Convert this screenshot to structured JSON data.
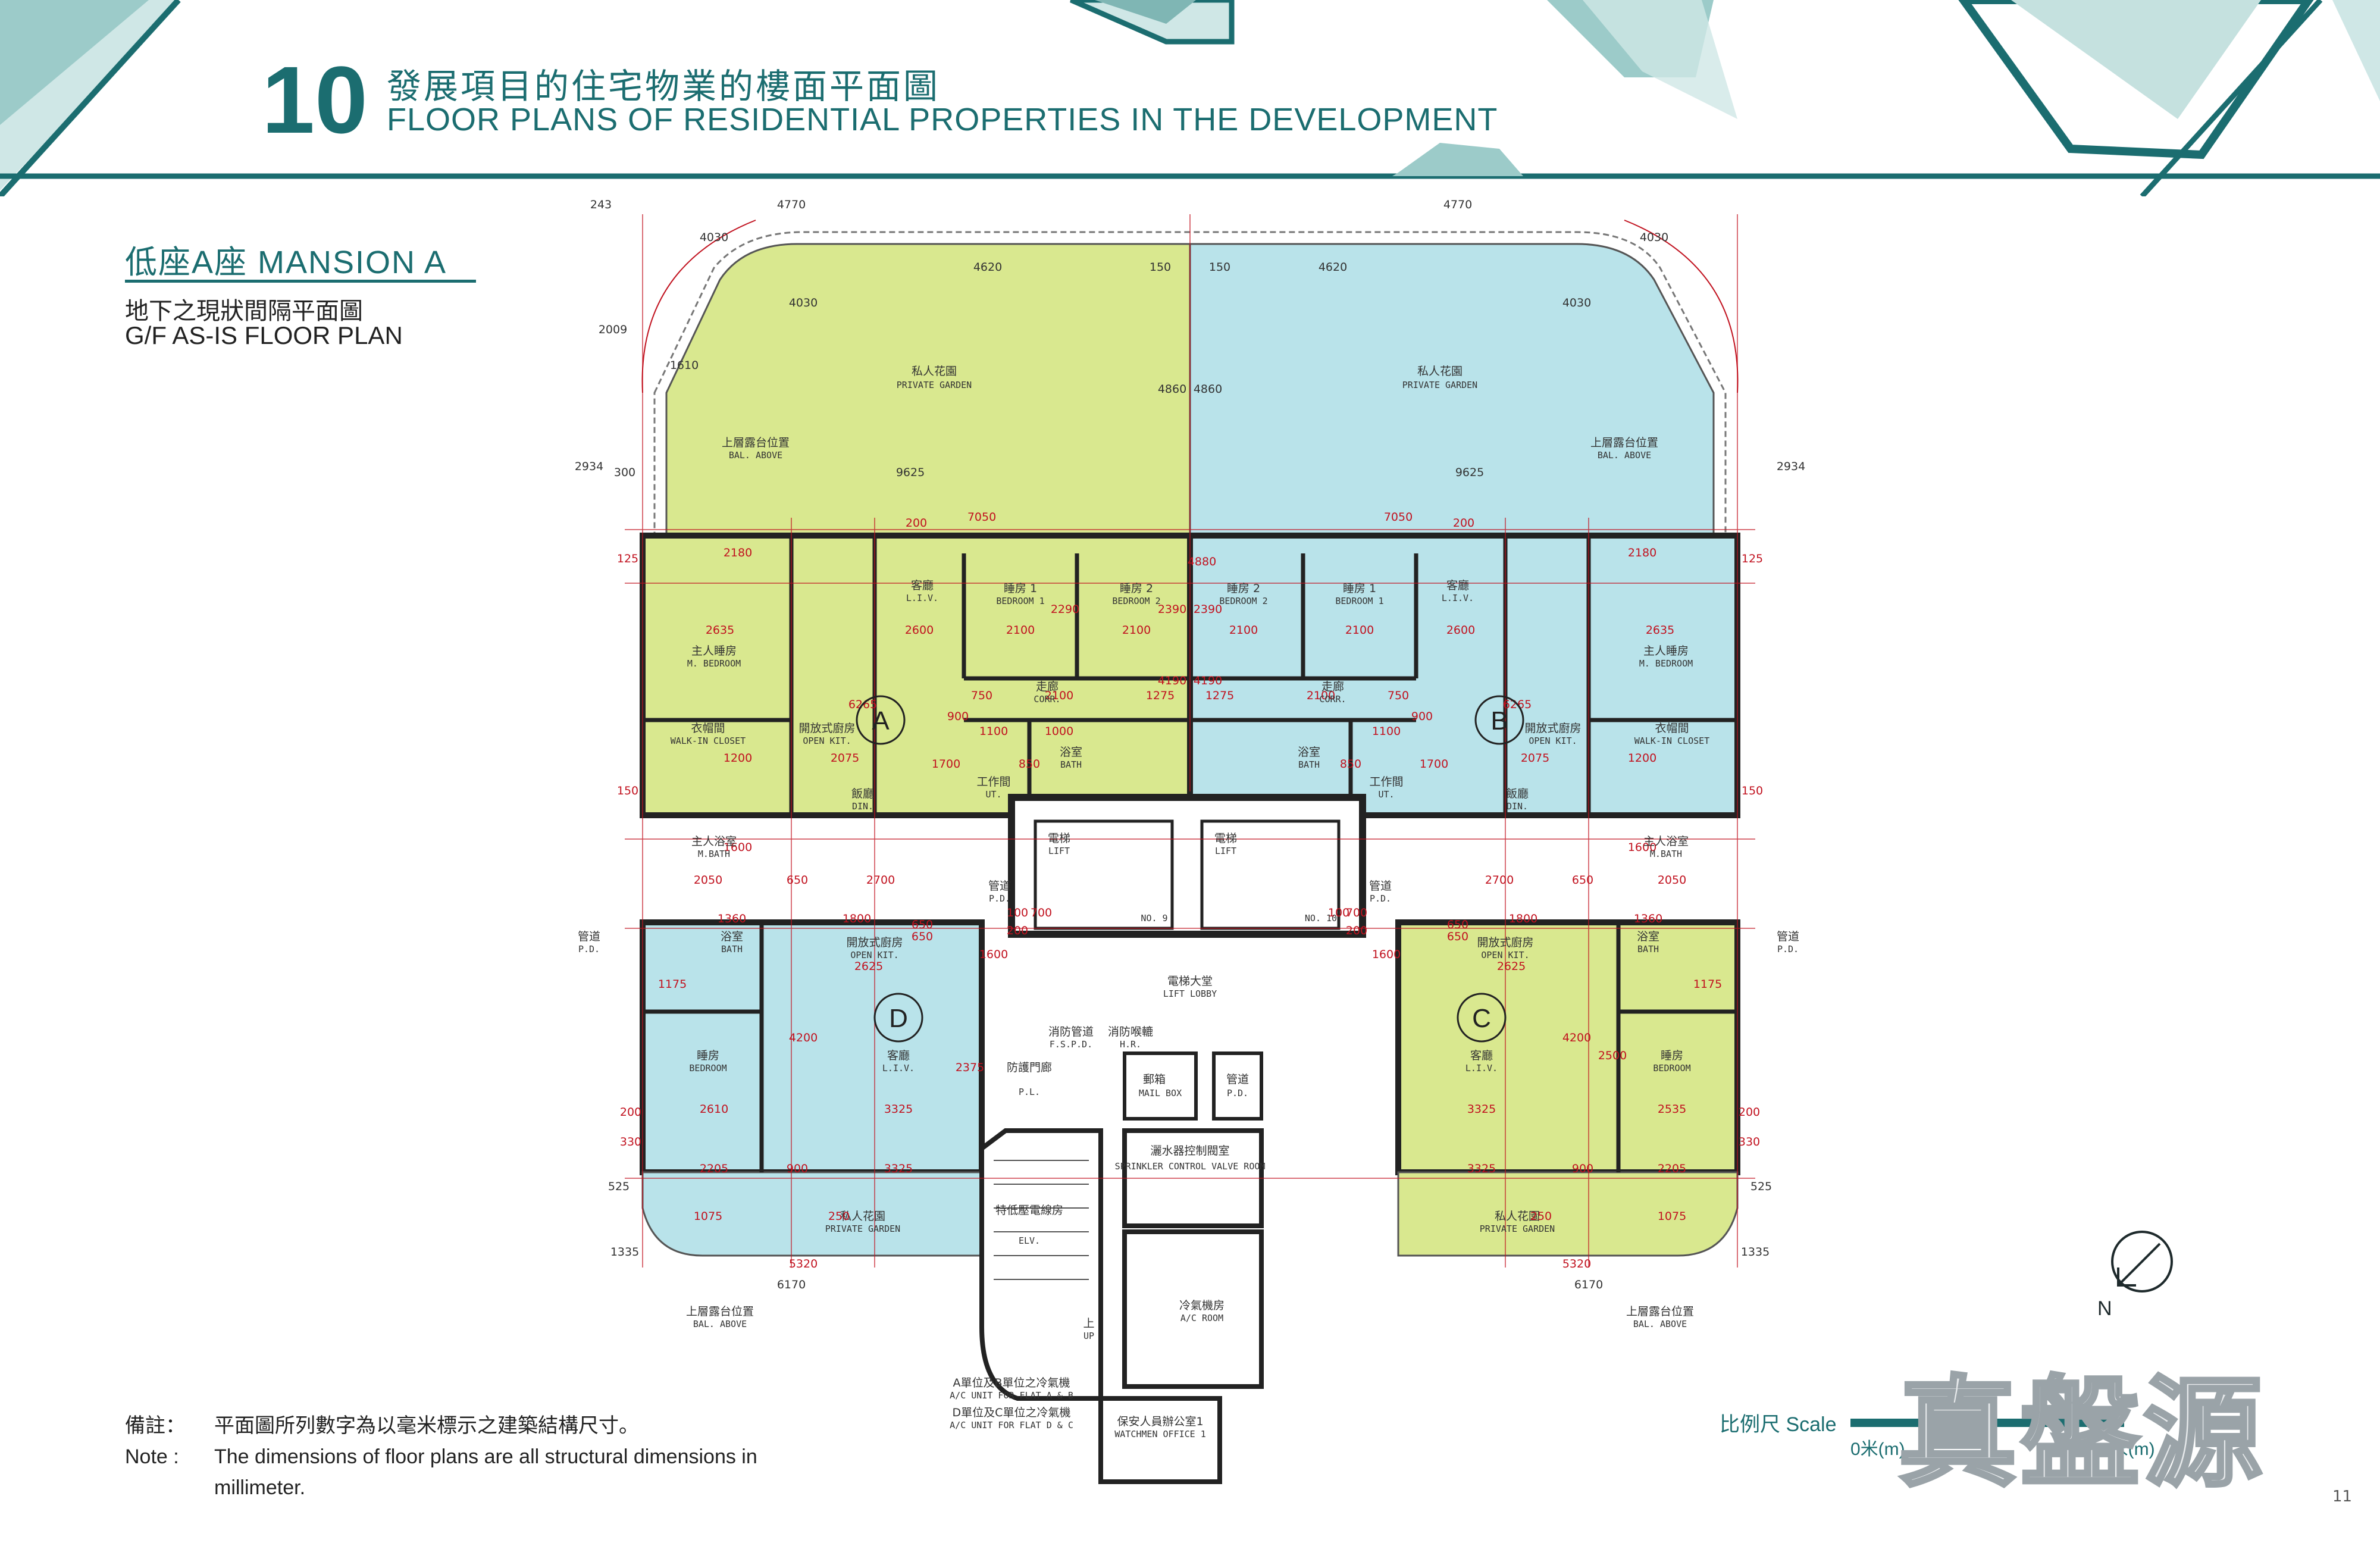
{
  "header": {
    "section_number": "10",
    "title_zh": "發展項目的住宅物業的樓面平面圖",
    "title_en": "FLOOR PLANS OF RESIDENTIAL PROPERTIES IN THE DEVELOPMENT"
  },
  "plan_title": {
    "mansion": "低座A座 MANSION A",
    "subtitle_zh": "地下之現狀間隔平面圖",
    "subtitle_en": "G/F AS-IS FLOOR PLAN"
  },
  "colors": {
    "brand_teal": "#1b6d70",
    "unit_green": "#d9e88f",
    "unit_blue": "#b9e3ea",
    "dimension_red": "#c1121f"
  },
  "plan": {
    "top_dims": [
      "243",
      "4770",
      "4770",
      "4030",
      "4030",
      "4620",
      "4620",
      "150",
      "150",
      "4030",
      "4030"
    ],
    "side_dims": [
      "2009",
      "1610",
      "2934",
      "2934",
      "300",
      "9625",
      "9625",
      "4860",
      "4860"
    ],
    "private_garden_zh": "私人花園",
    "private_garden_en": "PRIVATE GARDEN",
    "bal_above_zh": "上層露台位置",
    "bal_above_en": "BAL. ABOVE",
    "unit_a": {
      "letter": "A",
      "liv_zh": "客廳",
      "liv_en": "L.I.V.",
      "bed1_zh": "睡房 1",
      "bed1_en": "BEDROOM 1",
      "bed2_zh": "睡房 2",
      "bed2_en": "BEDROOM 2",
      "mbed_zh": "主人睡房",
      "mbed_en": "M. BEDROOM",
      "corr_zh": "走廊",
      "corr_en": "CORR.",
      "walkin_zh": "衣帽間",
      "walkin_en": "WALK-IN CLOSET",
      "kit_zh": "開放式廚房",
      "kit_en": "OPEN KIT.",
      "din_zh": "飯廳",
      "din_en": "DIN.",
      "bath_zh": "浴室",
      "bath_en": "BATH",
      "ut_zh": "工作間",
      "ut_en": "UT.",
      "mbath_zh": "主人浴室",
      "mbath_en": "M.BATH",
      "dims": [
        "7050",
        "2180",
        "2635",
        "2600",
        "2100",
        "2100",
        "2390",
        "2290",
        "4190",
        "6265",
        "2075",
        "1700",
        "1275",
        "750",
        "2100",
        "1000",
        "1100",
        "2700",
        "2050",
        "650",
        "1200",
        "1600",
        "200",
        "125",
        "150",
        "900",
        "850"
      ]
    },
    "unit_b": {
      "letter": "B",
      "dims": [
        "7050",
        "2180",
        "2635",
        "2600",
        "2100",
        "2100",
        "2390",
        "4190",
        "4880",
        "6265",
        "2075",
        "1700",
        "1275",
        "750",
        "2100",
        "1100",
        "2700",
        "2050",
        "650",
        "1200",
        "1600",
        "200",
        "125",
        "150",
        "900",
        "850"
      ]
    },
    "unit_c": {
      "letter": "C",
      "liv_zh": "客廳",
      "liv_en": "L.I.V.",
      "bed_zh": "睡房",
      "bed_en": "BEDROOM",
      "kit_zh": "開放式廚房",
      "kit_en": "OPEN KIT.",
      "bath_zh": "浴室",
      "bath_en": "BATH",
      "dims": [
        "3325",
        "3325",
        "2535",
        "2205",
        "1175",
        "4200",
        "2500",
        "2625",
        "1800",
        "1360",
        "5320",
        "6170",
        "1075",
        "250",
        "900",
        "330",
        "200",
        "525",
        "1335",
        "650"
      ]
    },
    "unit_d": {
      "letter": "D",
      "liv_zh": "客廳",
      "liv_en": "L.I.V.",
      "bed_zh": "睡房",
      "bed_en": "BEDROOM",
      "kit_zh": "開放式廚房",
      "kit_en": "OPEN KIT.",
      "bath_zh": "浴室",
      "bath_en": "BATH",
      "dims": [
        "3325",
        "3325",
        "2610",
        "2205",
        "1175",
        "4200",
        "2375",
        "2625",
        "1800",
        "1360",
        "5320",
        "6170",
        "1075",
        "250",
        "900",
        "330",
        "200",
        "525",
        "1335",
        "650"
      ]
    },
    "core": {
      "lift_zh": "電梯",
      "lift_en": "LIFT",
      "lift_no_9": "NO. 9",
      "lift_no_10": "NO. 10",
      "lobby_zh": "電梯大堂",
      "lobby_en": "LIFT LOBBY",
      "pd_zh": "管道",
      "pd_en": "P.D.",
      "fspd_zh": "消防管道",
      "fspd_en": "F.S.P.D.",
      "hr_zh": "消防喉轆",
      "hr_en": "H.R.",
      "pl_zh": "防護門廊",
      "pl_en": "P.L.",
      "mailbox_zh": "郵箱",
      "mailbox_en": "MAIL BOX",
      "sprinkler_zh": "灑水器控制閥室",
      "sprinkler_en": "SPRINKLER CONTROL VALVE ROOM",
      "elv_zh": "特低壓電線房",
      "elv_en": "ELV.",
      "acroom_zh": "冷氣機房",
      "acroom_en": "A/C ROOM",
      "up_zh": "上",
      "up_en": "UP",
      "ac_ab_zh": "A單位及B單位之冷氣機",
      "ac_ab_en": "A/C UNIT FOR FLAT A & B",
      "ac_dc_zh": "D單位及C單位之冷氣機",
      "ac_dc_en": "A/C UNIT FOR FLAT D & C",
      "watchmen_zh": "保安人員辦公室1",
      "watchmen_en": "WATCHMEN OFFICE 1",
      "dims": [
        "200",
        "100",
        "700",
        "700",
        "100",
        "200",
        "1600",
        "1600",
        "650",
        "650"
      ]
    }
  },
  "notes": {
    "label_zh": "備註：",
    "text_zh": "平面圖所列數字為以毫米標示之建築結構尺寸。",
    "label_en": "Note :",
    "text_en": "The dimensions of floor plans are all structural dimensions in millimeter."
  },
  "scale": {
    "label": "比例尺 Scale",
    "start": "0米(m)",
    "end": "5米(m)"
  },
  "north": {
    "label": "N"
  },
  "watermark": "真盤源",
  "page_number": "11"
}
